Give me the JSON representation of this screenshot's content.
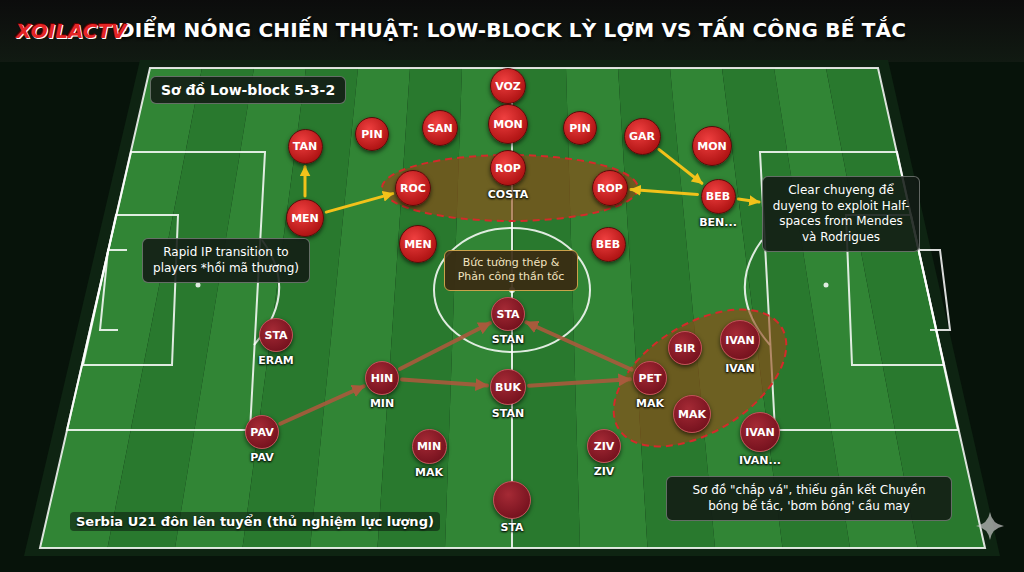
{
  "diagram": {
    "title": "ĐIỂM NÓNG CHIẾN THUẬT: LOW-BLOCK LỲ LỢM VS TẤN CÔNG BẾ TẮC",
    "nodes": [
      {
        "text": [
          "Sơ đồ Low-block 5-3-2"
        ]
      },
      {
        "text": [
          "VOZ"
        ]
      },
      {
        "text": [
          "MON"
        ]
      },
      {
        "text": [
          "SAN"
        ]
      },
      {
        "text": [
          "PIN"
        ]
      },
      {
        "text": [
          "PIN"
        ]
      },
      {
        "text": [
          "GAR"
        ]
      },
      {
        "text": [
          "TAN"
        ]
      },
      {
        "text": [
          "MON"
        ]
      },
      {
        "text": [
          "ROP",
          "COSTA"
        ]
      },
      {
        "text": [
          "Clear chuyeng để duyeng to exploit Half-spaces from Mendes và Rodrigues"
        ]
      },
      {
        "text": [
          "ROC"
        ]
      },
      {
        "text": [
          "ROP"
        ]
      },
      {
        "text": [
          "BEB",
          "BEN..."
        ]
      },
      {
        "text": [
          "MEN"
        ]
      },
      {
        "text": [
          "MEN"
        ]
      },
      {
        "text": [
          "BEB"
        ]
      },
      {
        "text": [
          "Rapid IP transition to players *hồi mã thương)"
        ]
      },
      {
        "text": [
          "Bức tường thép & Phản công thần tốc"
        ]
      },
      {
        "text": [
          "STA",
          "STAN"
        ]
      },
      {
        "text": [
          "STA",
          "ERAM"
        ]
      },
      {
        "text": [
          "IVAN",
          "IVAN"
        ]
      },
      {
        "text": [
          "BIR"
        ]
      },
      {
        "text": [
          "HIN",
          "MIN"
        ]
      },
      {
        "text": [
          "PET",
          "MAK"
        ]
      },
      {
        "text": [
          "BUK",
          "STAN"
        ]
      },
      {
        "text": [
          "MAK"
        ]
      },
      {
        "text": [
          "PAV",
          "PAV"
        ]
      },
      {
        "text": [
          "IVAN",
          "IVAN..."
        ]
      },
      {
        "text": [
          "MIN",
          "MAK"
        ]
      },
      {
        "text": [
          "ZIV",
          "ZIV"
        ]
      },
      {
        "text": [
          "Sơ đồ \"chắp vá\", thiếu gắn kết Chuyền bóng bế tắc, 'bơm bóng' cầu may"
        ]
      },
      {
        "text": [
          "STA"
        ]
      }
    ],
    "edges": [
      {
        "from": 14,
        "to": 7,
        "arrow": "to"
      },
      {
        "from": 14,
        "to": 11,
        "arrow": "to"
      },
      {
        "from": 6,
        "to": 13,
        "arrow": "to"
      },
      {
        "from": 13,
        "to": 12,
        "arrow": "to"
      },
      {
        "from": 13,
        "to": 10,
        "arrow": "to"
      },
      {
        "from": 27,
        "to": 23,
        "arrow": "to"
      },
      {
        "from": 23,
        "to": 19,
        "arrow": "to"
      },
      {
        "from": 23,
        "to": 25,
        "arrow": "to"
      },
      {
        "from": 25,
        "to": 24,
        "arrow": "to"
      },
      {
        "from": 24,
        "to": 19,
        "arrow": "to"
      }
    ],
    "labels": [
      "XOILACTV",
      "Serbia U21 đôn lên tuyển (thủ nghiệm lực lượng)"
    ]
  }
}
